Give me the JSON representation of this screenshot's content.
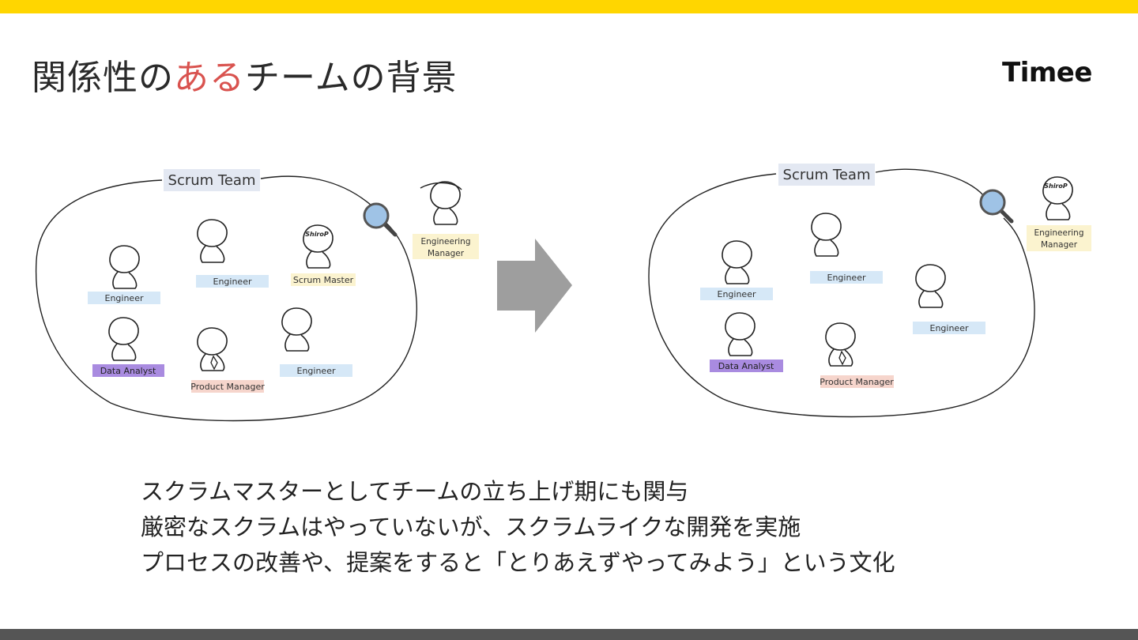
{
  "title": {
    "prefix": "関係性の",
    "highlight": "ある",
    "suffix": "チームの背景"
  },
  "logo": "Timee",
  "colors": {
    "accent_bar": "#FFD600",
    "highlight": "#D9534F",
    "engineer_tag": "#D6E8F7",
    "analyst_tag": "#A98BE0",
    "pm_tag": "#F6D5CC",
    "sm_tag": "#FBF3CF",
    "arrow": "#9E9E9E"
  },
  "left": {
    "team_label": "Scrum Team",
    "members": {
      "engineer_a": "Engineer",
      "engineer_b": "Engineer",
      "scrum_master": "Scrum Master",
      "scrum_master_badge": "ShiroP",
      "data_analyst": "Data Analyst",
      "product_manager": "Product Manager",
      "engineer_c": "Engineer"
    },
    "outside": {
      "line1": "Engineering",
      "line2": "Manager"
    }
  },
  "right": {
    "team_label": "Scrum Team",
    "members": {
      "engineer_a": "Engineer",
      "engineer_b": "Engineer",
      "engineer_c": "Engineer",
      "data_analyst": "Data Analyst",
      "product_manager": "Product Manager"
    },
    "outside": {
      "line1": "Engineering",
      "line2": "Manager",
      "badge": "ShiroP"
    }
  },
  "bullets": [
    "スクラムマスターとしてチームの立ち上げ期にも関与",
    "厳密なスクラムはやっていないが、スクラムライクな開発を実施",
    "プロセスの改善や、提案をすると「とりあえずやってみよう」という文化"
  ]
}
